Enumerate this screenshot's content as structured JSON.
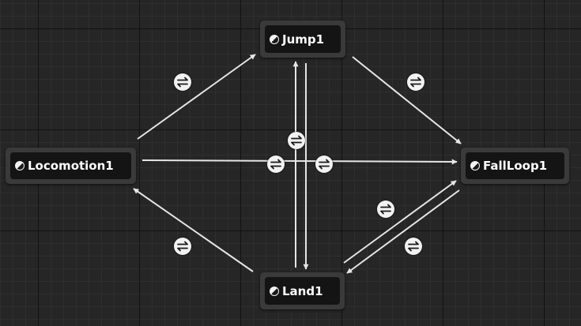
{
  "colors": {
    "background": "#262626",
    "node_frame": "#3a3a3a",
    "node_body": "#141414",
    "node_text": "#ffffff",
    "transition_line": "#e6e6e6",
    "rule_icon": "#f2f2f2"
  },
  "states": [
    {
      "id": "jump",
      "label": "Jump1",
      "icon": "state-icon"
    },
    {
      "id": "locomotion",
      "label": "Locomotion1",
      "icon": "state-icon"
    },
    {
      "id": "fallloop",
      "label": "FallLoop1",
      "icon": "state-icon"
    },
    {
      "id": "land",
      "label": "Land1",
      "icon": "state-icon"
    }
  ],
  "transitions": [
    {
      "from": "locomotion",
      "to": "jump"
    },
    {
      "from": "locomotion",
      "to": "fallloop"
    },
    {
      "from": "jump",
      "to": "fallloop"
    },
    {
      "from": "jump",
      "to": "land"
    },
    {
      "from": "land",
      "to": "jump"
    },
    {
      "from": "fallloop",
      "to": "land"
    },
    {
      "from": "land",
      "to": "fallloop"
    },
    {
      "from": "land",
      "to": "locomotion"
    }
  ],
  "transition_rule_icon": "transition-rule-icon"
}
